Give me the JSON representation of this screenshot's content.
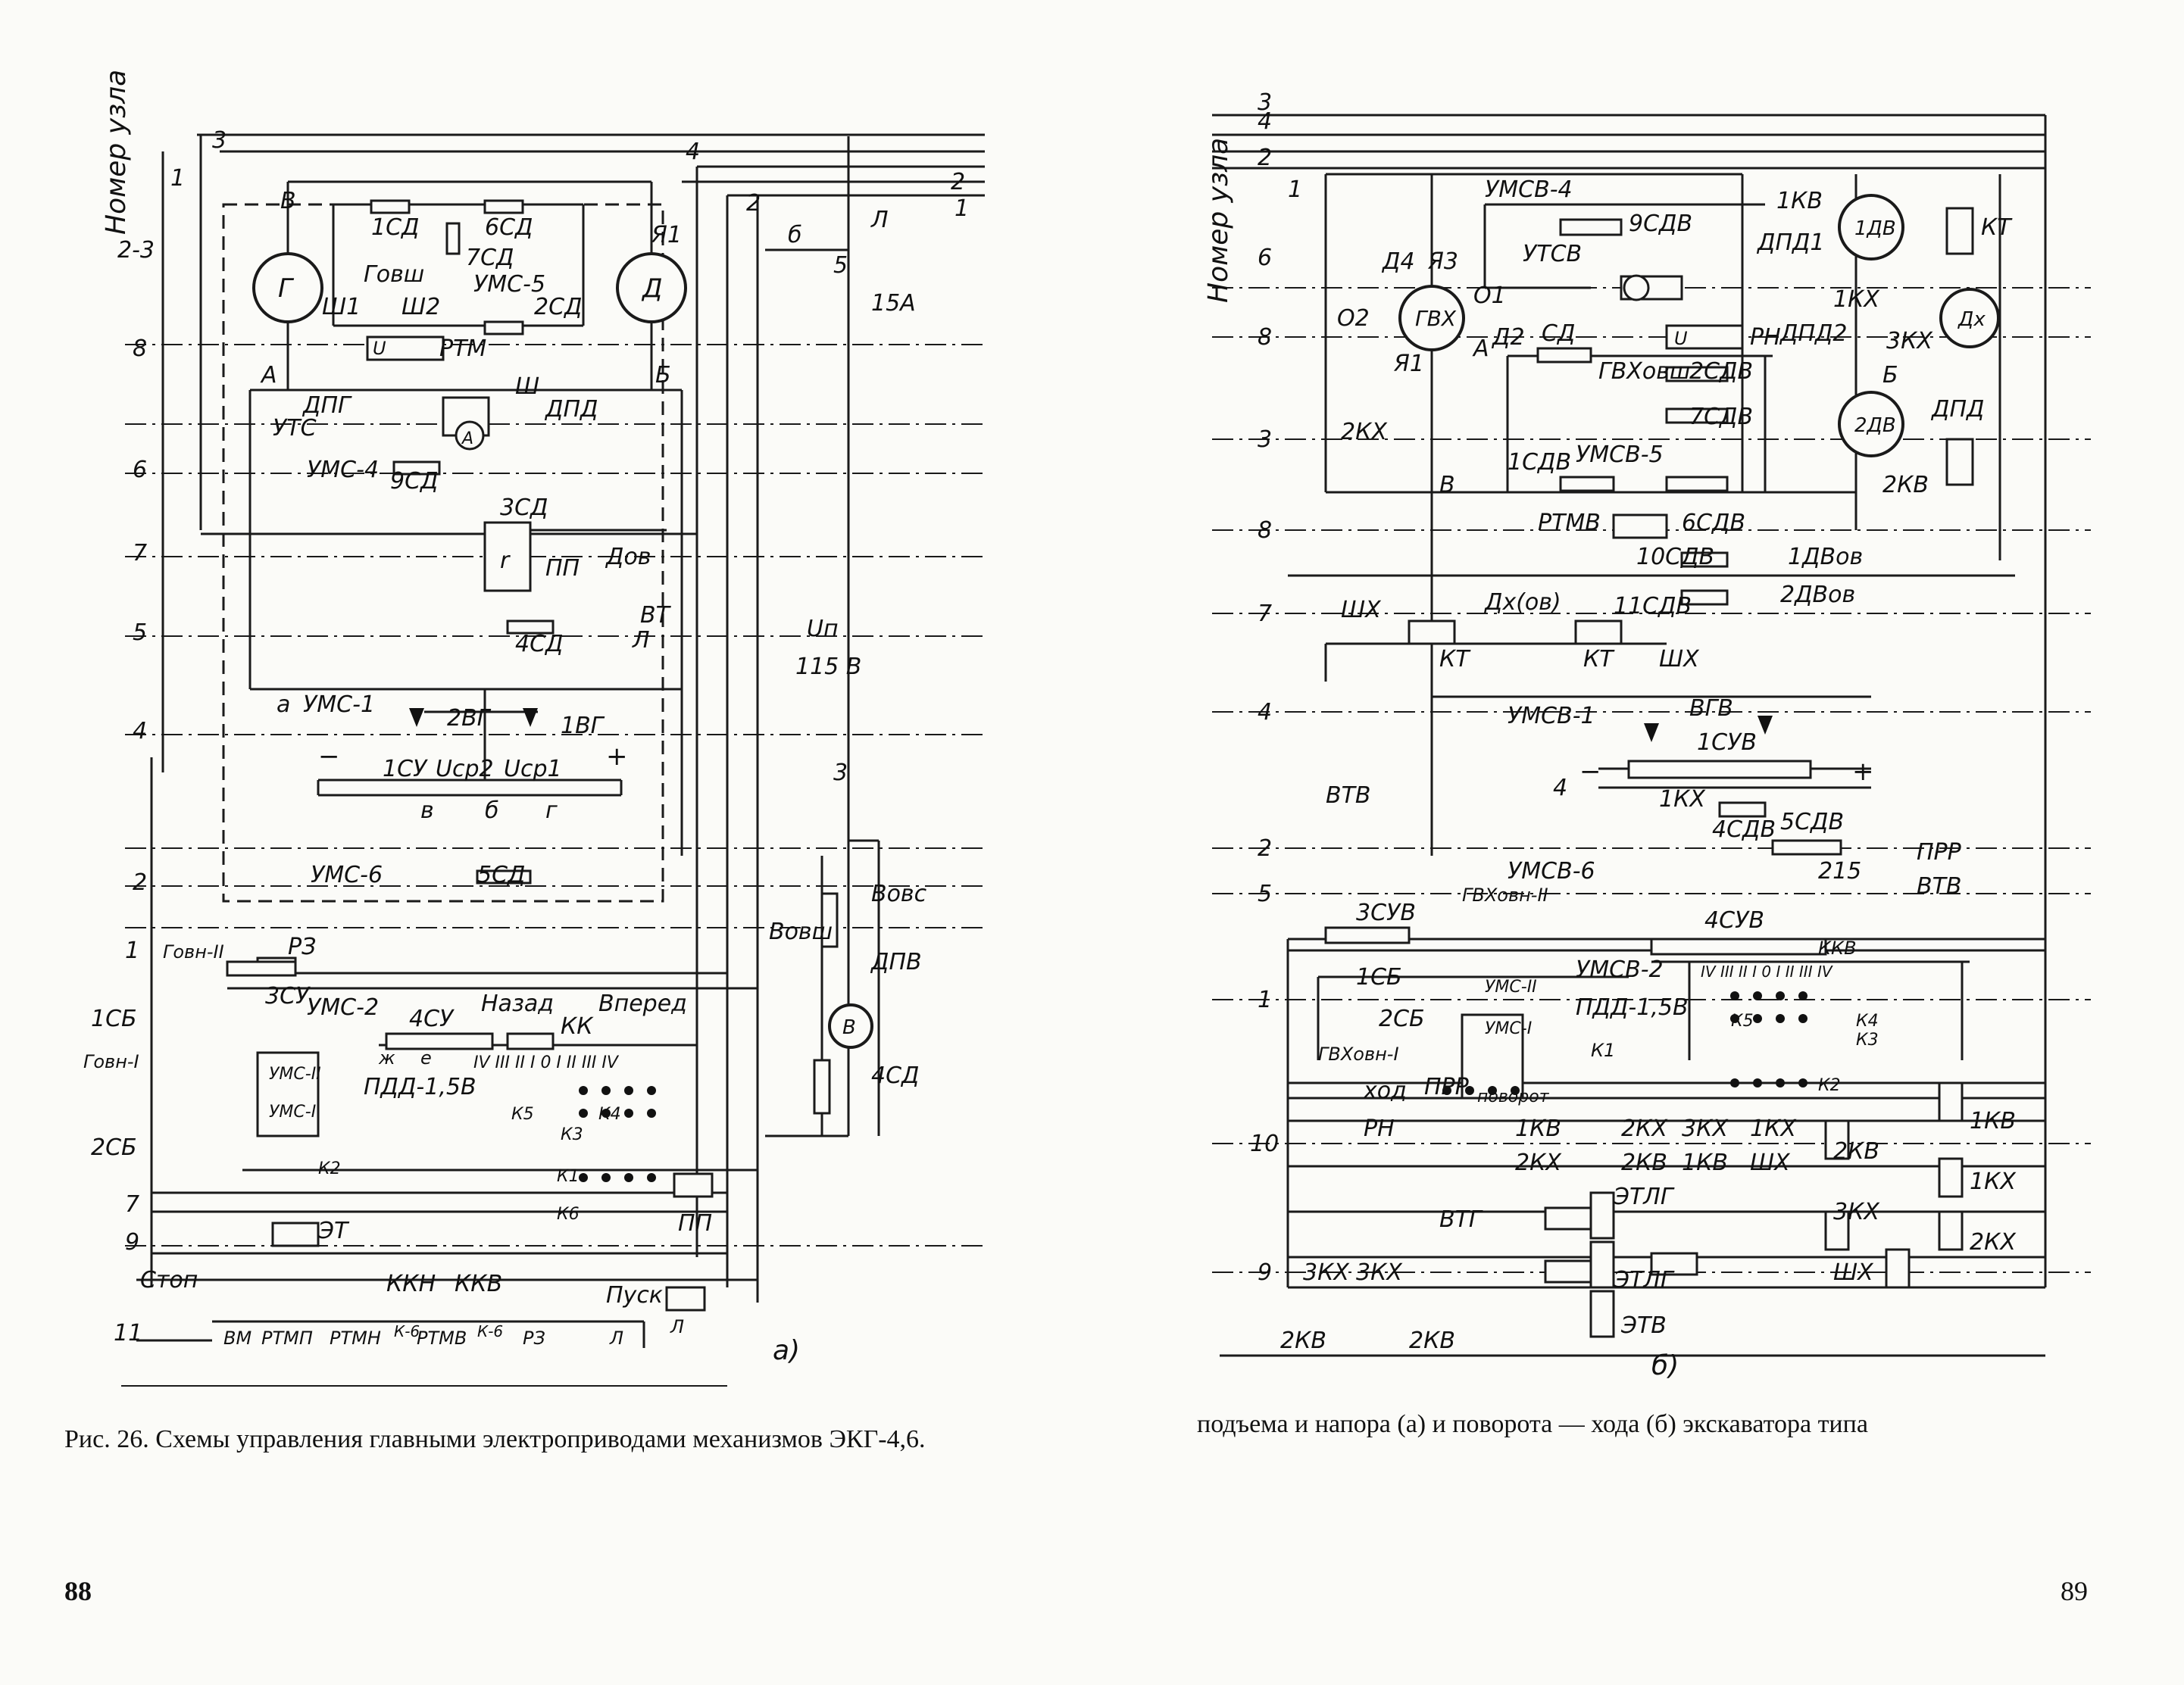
{
  "left_page": {
    "axis_title": "Номер узла",
    "row_labels": [
      "2-3",
      "8",
      "6",
      "7",
      "5",
      "4",
      "2",
      "1",
      "7",
      "9",
      "11"
    ],
    "node_labels": {
      "n1": "1",
      "n3": "3",
      "n4": "4",
      "n2": "2",
      "wire1": "1",
      "wire2": "2",
      "n5": "5",
      "n3b": "3"
    },
    "components": {
      "generator": "Г",
      "motor": "Д",
      "ventilator": "В",
      "r1sd": "1СД",
      "r6sd": "6СД",
      "r7sd": "7СД",
      "r2sd": "2СД",
      "r3sd": "3СД",
      "r4sd": "4СД",
      "r5sd": "5СД",
      "r9sd": "9СД",
      "govsh": "Говш",
      "sh1": "Ш1",
      "sh2": "Ш2",
      "ums5": "УМС-5",
      "ya1": "Я1",
      "v": "В",
      "a": "А",
      "b": "Б",
      "rtm": "РТМ",
      "ammeter": "А",
      "u_box": "U",
      "dpg": "ДПГ",
      "sh": "Ш",
      "dpd": "ДПД",
      "yts": "УТС",
      "ums4": "УМС-4",
      "r": "r",
      "pp": "ПП",
      "dov": "Дов",
      "vt": "ВТ",
      "l": "Л",
      "a_small": "а",
      "ums1": "УМС-1",
      "d2vg": "2ВГ",
      "d1vg": "1ВГ",
      "r1su": "1СУ",
      "ucp2": "Uср2",
      "ucp1": "Uср1",
      "minus": "−",
      "plus": "+",
      "v_small": "в",
      "b_small": "б",
      "g_small": "г",
      "ums6": "УМС-6",
      "r3": "РЗ",
      "govn2": "Говн-II",
      "r3su": "3СУ",
      "ums2": "УМС-2",
      "r4su": "4СУ",
      "nazad": "Назад",
      "vpered": "Вперед",
      "kk": "КК",
      "r1sb": "1СБ",
      "govn1": "Говн-I",
      "r2sb": "2СБ",
      "ums_ii": "УМС-II",
      "ums_i": "УМС-I",
      "pdd": "ПДД-1,5В",
      "zh": "ж",
      "e": "е",
      "pos": "IV III II I 0 I II III IV",
      "k5": "К5",
      "k4": "К4",
      "k3": "К3",
      "k2": "К2",
      "k1": "К1",
      "k6": "К6",
      "pp2": "ПП",
      "et": "ЭТ",
      "stop": "Стоп",
      "kkn": "ККН",
      "kkv": "ККВ",
      "pusk": "Пуск",
      "vm": "ВМ",
      "rtmp": "РТМП",
      "rtmn": "РТМН",
      "k6a": "К-6",
      "rtmv": "РТМВ",
      "k6b": "К-6",
      "rz": "РЗ",
      "l2": "Л",
      "l3": "Л",
      "a15": "15А",
      "up": "Uп",
      "v115": "115 В",
      "vovs": "Вовс",
      "vovsh": "Вовш",
      "dpv": "ДПВ",
      "s4sd": "4СД",
      "l_top": "Л",
      "b_top": "б",
      "panel_label": "а)"
    }
  },
  "right_page": {
    "axis_title": "Номер узла",
    "row_labels": [
      "3",
      "4",
      "2",
      "1",
      "6",
      "8",
      "3",
      "8",
      "7",
      "4",
      "2",
      "5",
      "1",
      "10",
      "9"
    ],
    "components": {
      "umsv4": "УМСВ-4",
      "r9sdv": "9СДВ",
      "utsv": "УТСВ",
      "d4": "Д4",
      "ya3": "Я3",
      "gvh": "ГВХ",
      "o1": "О1",
      "o2": "О2",
      "a": "А",
      "ya1": "Я1",
      "d2": "Д2",
      "sd": "СД",
      "u_box": "U",
      "rn": "РН",
      "gvhovsh": "ГВХовш",
      "r2sdv": "2СДВ",
      "r7sdv": "7СДВ",
      "r1sdv": "1СДВ",
      "umsv5": "УМСВ-5",
      "rtmv": "РТМВ",
      "r6sdv": "6СДВ",
      "r10sdv": "10СДВ",
      "r11sdv": "11СДВ",
      "d1dvov": "1ДВов",
      "d2dvov": "2ДВов",
      "k2x": "2КХ",
      "v": "В",
      "k1v": "1КВ",
      "dpd1": "ДПД1",
      "dpd2": "ДПД2",
      "k1x": "1КХ",
      "k3x": "3КХ",
      "b": "Б",
      "m1dv": "1ДВ",
      "m2dv": "2ДВ",
      "dx": "Дх",
      "kt": "КТ",
      "dpd": "ДПД",
      "k2v": "2КВ",
      "shx": "ШХ",
      "dxov": "Дх(ов)",
      "kt2": "КТ",
      "kt3": "КТ",
      "shx2": "ШХ",
      "umsv1": "УМСВ-1",
      "vgv": "ВГВ",
      "r1suv": "1СУВ",
      "minus": "−",
      "plus": "+",
      "four": "4",
      "kx1": "1КХ",
      "r4sdv": "4СДВ",
      "r5sdv": "5СДВ",
      "ppr": "ПРР",
      "vtv": "ВТВ",
      "vtv2": "ВТВ",
      "n215": "215",
      "umsv6": "УМСВ-6",
      "r3suv": "3СУВ",
      "r4suv": "4СУВ",
      "gvhovn2": "ГВХовн-II",
      "kkv": "ККВ",
      "umsv2": "УМСВ-2",
      "r1sb": "1СБ",
      "r2sb": "2СБ",
      "ums_ii": "УМС-II",
      "ums_i": "УМС-I",
      "pdd": "ПДД-1,5В",
      "gvhovn1": "ГВХовн-I",
      "pos": "IV III II I 0 I II III IV",
      "k5": "К5",
      "k4": "К4",
      "k3": "К3",
      "k1": "К1",
      "k2": "К2",
      "hod": "ход",
      "ppr2": "ПРР",
      "povorot": "поворот",
      "rn2": "РН",
      "k1v2": "1КВ",
      "k2x2": "2КХ",
      "k2x3": "2КХ",
      "k2v2": "2КВ",
      "k3x2": "3КХ",
      "k1v3": "1КВ",
      "k1x2": "1КХ",
      "shx3": "ШХ",
      "c2kv": "2КВ",
      "c1kv": "1КВ",
      "c1kx": "1КХ",
      "c3kx": "3КХ",
      "c2kx": "2КХ",
      "cshx": "ШХ",
      "vtg": "ВТГ",
      "etlg": "ЭТЛГ",
      "etlg2": "ЭТЛГ",
      "etv": "ЭТВ",
      "k3x3": "3КХ",
      "k3x4": "3КХ",
      "k2v3": "2КВ",
      "k2v4": "2КВ",
      "panel_label": "б)"
    }
  },
  "caption_left": "Рис. 26. Схемы управления главными электроприводами механизмов ЭКГ-4,6.",
  "caption_right": "подъема и напора (а) и поворота — хода (б) экскаватора типа",
  "page_left": "88",
  "page_right": "89"
}
